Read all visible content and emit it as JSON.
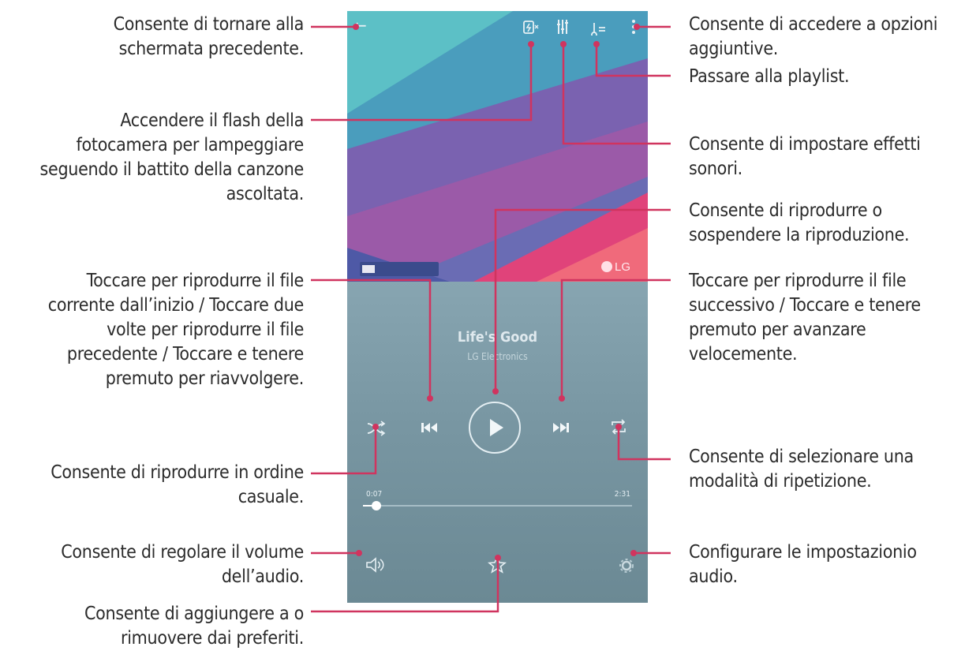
{
  "callouts": {
    "back": "Consente di tornare alla\nschermata precedente.",
    "flash": "Accendere il flash della\nfotocamera per lampeggiare\nseguendo il battito della canzone\nascoltata.",
    "prev": "Toccare per riprodurre il file\ncorrente dall’inizio / Toccare due\nvolte per riprodurre il file\nprecedente / Toccare e tenere\npremuto per riavvolgere.",
    "shuffle": "Consente di riprodurre in ordine\ncasuale.",
    "volume": "Consente di regolare il volume\ndell’audio.",
    "favorite": "Consente di aggiungere a o\nrimuovere dai preferiti.",
    "more": "Consente di accedere a opzioni\naggiuntive.",
    "playlist": "Passare alla playlist.",
    "effects": "Consente di impostare effetti\nsonori.",
    "play": "Consente di riprodurre o\nsospendere la riproduzione.",
    "next": "Toccare per riprodurre il file\nsuccessivo / Toccare e tenere\npremuto per avanzare\nvelocemente.",
    "repeat": "Consente di selezionare una\nmodalità di ripetizione.",
    "settings": "Configurare le impostazionio\naudio."
  },
  "phone": {
    "brand": "LG",
    "song_title": "Life's Good",
    "song_subtitle": "LG Electronics",
    "time_elapsed": "0:07",
    "time_total": "2:31",
    "progress": 0.05
  },
  "icons": [
    "back-arrow-icon",
    "flash-beat-icon",
    "equalizer-icon",
    "playlist-icon",
    "more-icon",
    "previous-icon",
    "play-icon",
    "next-icon",
    "shuffle-icon",
    "repeat-icon",
    "volume-icon",
    "star-icon",
    "settings-icon"
  ],
  "colors": {
    "leader_line": "#d0345f",
    "text": "#2b2b2b",
    "player_bg": "#7d9aa6"
  }
}
